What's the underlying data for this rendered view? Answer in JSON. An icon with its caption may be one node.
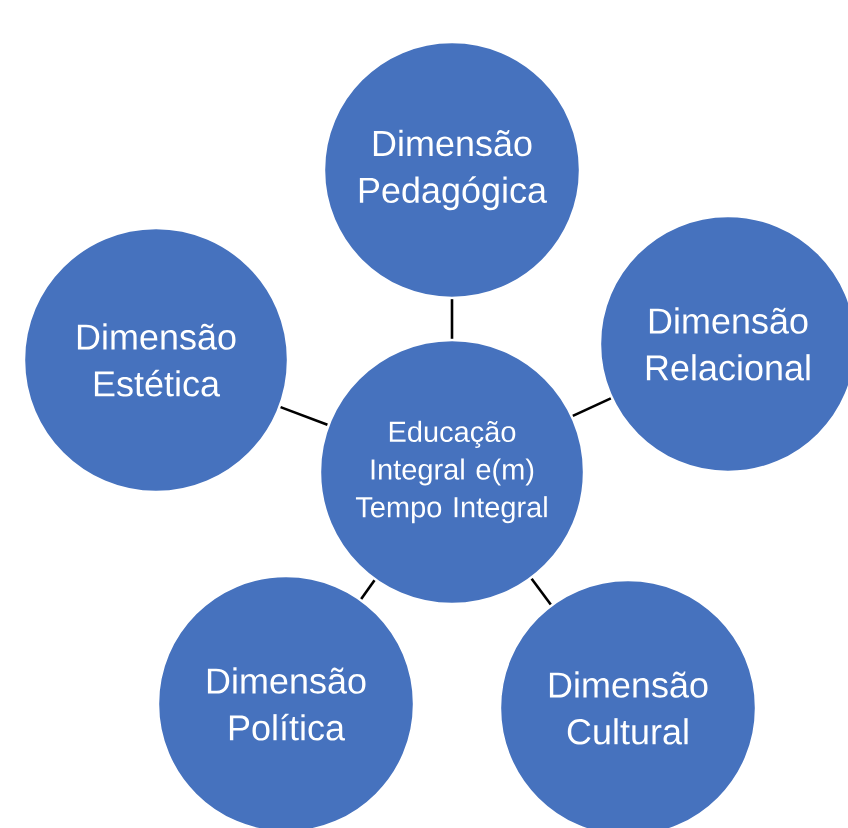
{
  "diagram": {
    "nodes": [
      {
        "text": [
          "Dimensão Pedagógica"
        ]
      },
      {
        "text": [
          "Dimensão Estética"
        ]
      },
      {
        "text": [
          "Dimensão Relacional"
        ]
      },
      {
        "text": [
          "Educação Integral e(m) Tempo Integral"
        ]
      },
      {
        "text": [
          "Dimensão Política"
        ]
      },
      {
        "text": [
          "Dimensão Cultural"
        ]
      }
    ],
    "edges": [
      {
        "from": 3,
        "to": 0,
        "arrow": "none"
      },
      {
        "from": 3,
        "to": 1,
        "arrow": "none"
      },
      {
        "from": 3,
        "to": 2,
        "arrow": "none"
      },
      {
        "from": 3,
        "to": 4,
        "arrow": "none"
      },
      {
        "from": 3,
        "to": 5,
        "arrow": "none"
      }
    ]
  }
}
